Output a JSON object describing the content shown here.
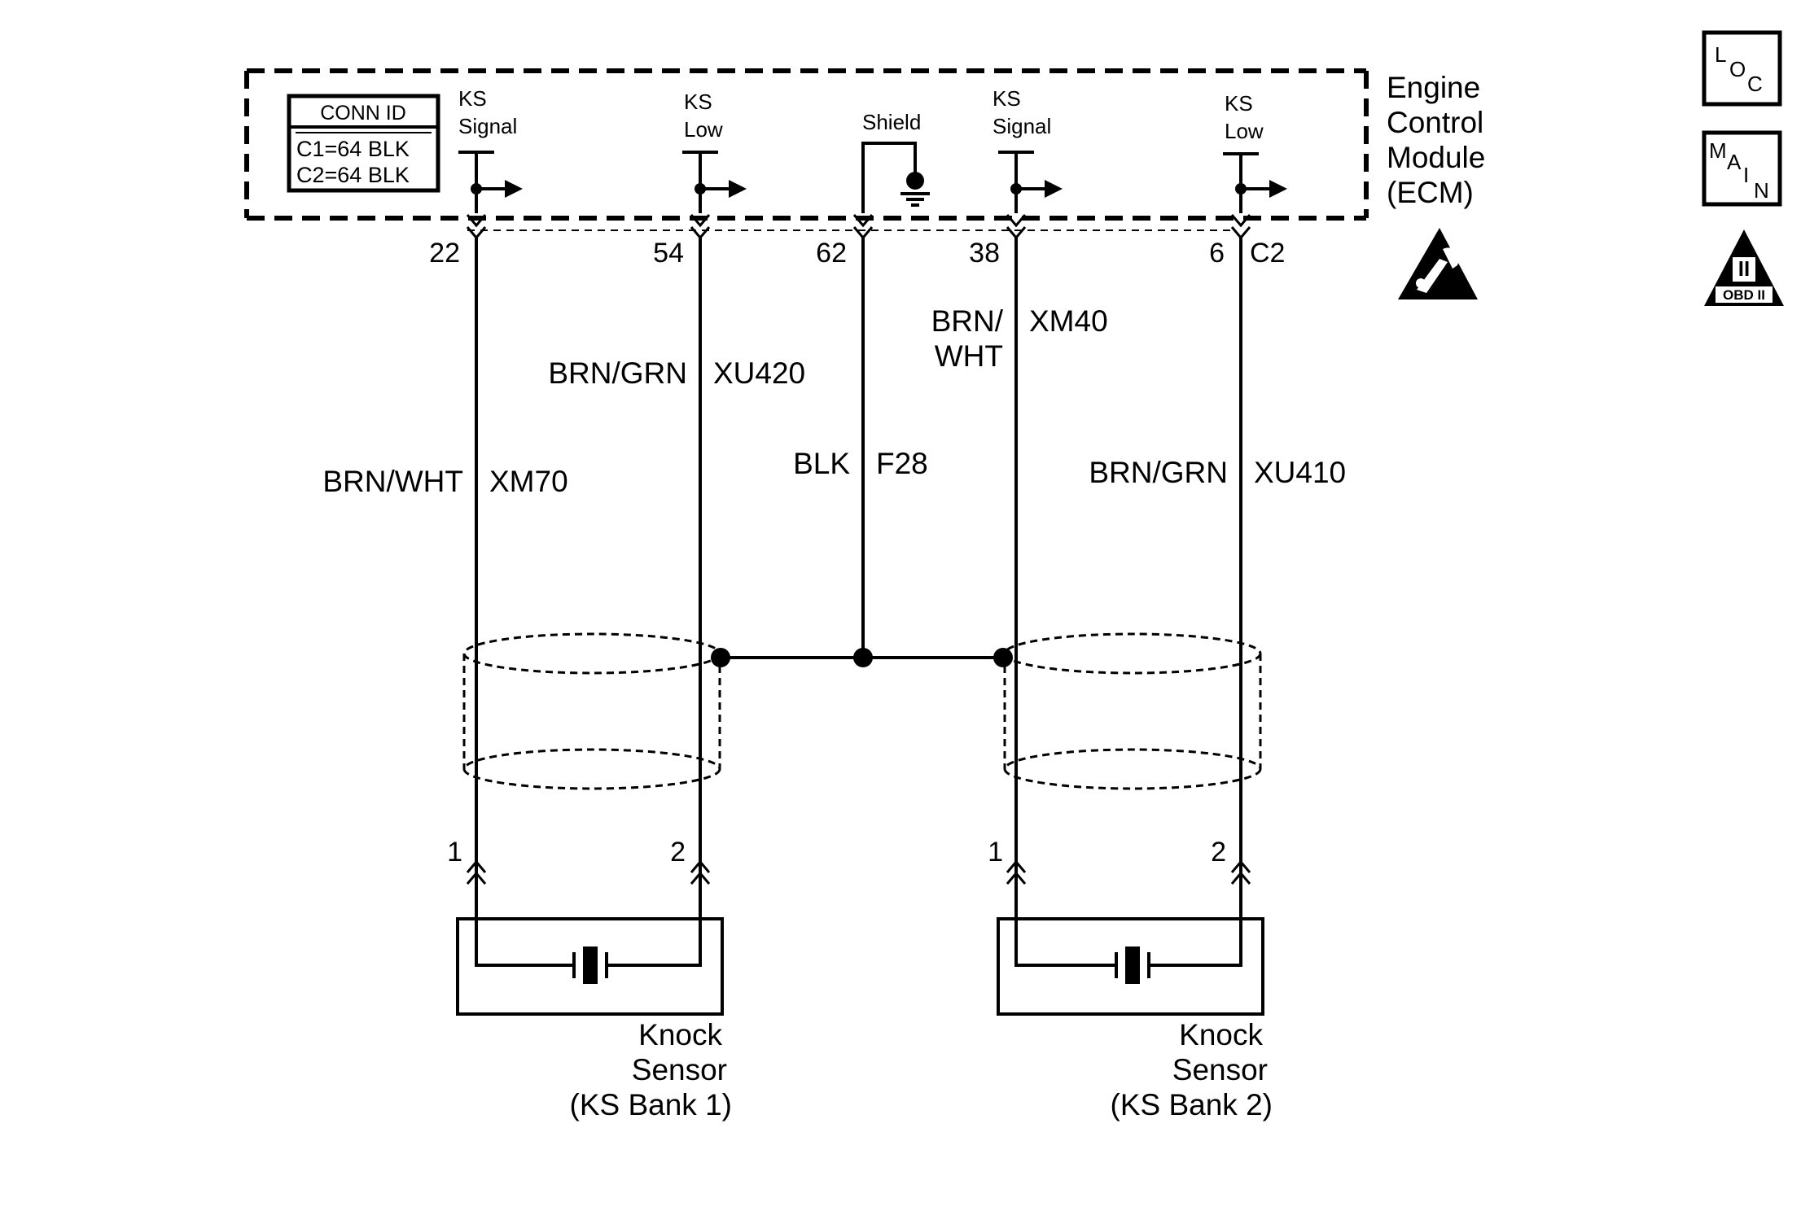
{
  "conn_id": {
    "header": "CONN ID",
    "lines": [
      "C1=64 BLK",
      "C2=64 BLK"
    ]
  },
  "ecm": {
    "label_lines": [
      "Engine",
      "Control",
      "Module",
      "(ECM)"
    ],
    "connector": "C2"
  },
  "terminals": [
    {
      "id": "ks-signal-bank1",
      "label_lines": [
        "KS",
        "Signal"
      ],
      "pin": "22",
      "wire_color": "BRN/WHT",
      "circuit": "XM70"
    },
    {
      "id": "ks-low-bank1",
      "label_lines": [
        "KS",
        "Low"
      ],
      "pin": "54",
      "wire_color": "BRN/GRN",
      "circuit": "XU420"
    },
    {
      "id": "shield",
      "label_lines": [
        "Shield"
      ],
      "pin": "62",
      "wire_color": "BLK",
      "circuit": "F28"
    },
    {
      "id": "ks-signal-bank2",
      "label_lines": [
        "KS",
        "Signal"
      ],
      "pin": "38",
      "wire_color_lines": [
        "BRN/",
        "WHT"
      ],
      "circuit": "XM40"
    },
    {
      "id": "ks-low-bank2",
      "label_lines": [
        "KS",
        "Low"
      ],
      "pin": "6",
      "wire_color": "BRN/GRN",
      "circuit": "XU410"
    }
  ],
  "sensors": [
    {
      "id": "bank1",
      "pins": [
        "1",
        "2"
      ],
      "label_lines": [
        "Knock",
        "Sensor",
        "(KS Bank 1)"
      ]
    },
    {
      "id": "bank2",
      "pins": [
        "1",
        "2"
      ],
      "label_lines": [
        "Knock",
        "Sensor",
        "(KS Bank 2)"
      ]
    }
  ],
  "icons": {
    "loc": {
      "name": "loc-icon",
      "letters": [
        "L",
        "O",
        "C"
      ]
    },
    "main": {
      "name": "main-icon",
      "letters": [
        "M",
        "A",
        "I",
        "N"
      ]
    },
    "esd": {
      "name": "esd-warning-icon"
    },
    "obd": {
      "name": "obd-ii-icon",
      "numeral": "II",
      "label": "OBD II"
    }
  }
}
